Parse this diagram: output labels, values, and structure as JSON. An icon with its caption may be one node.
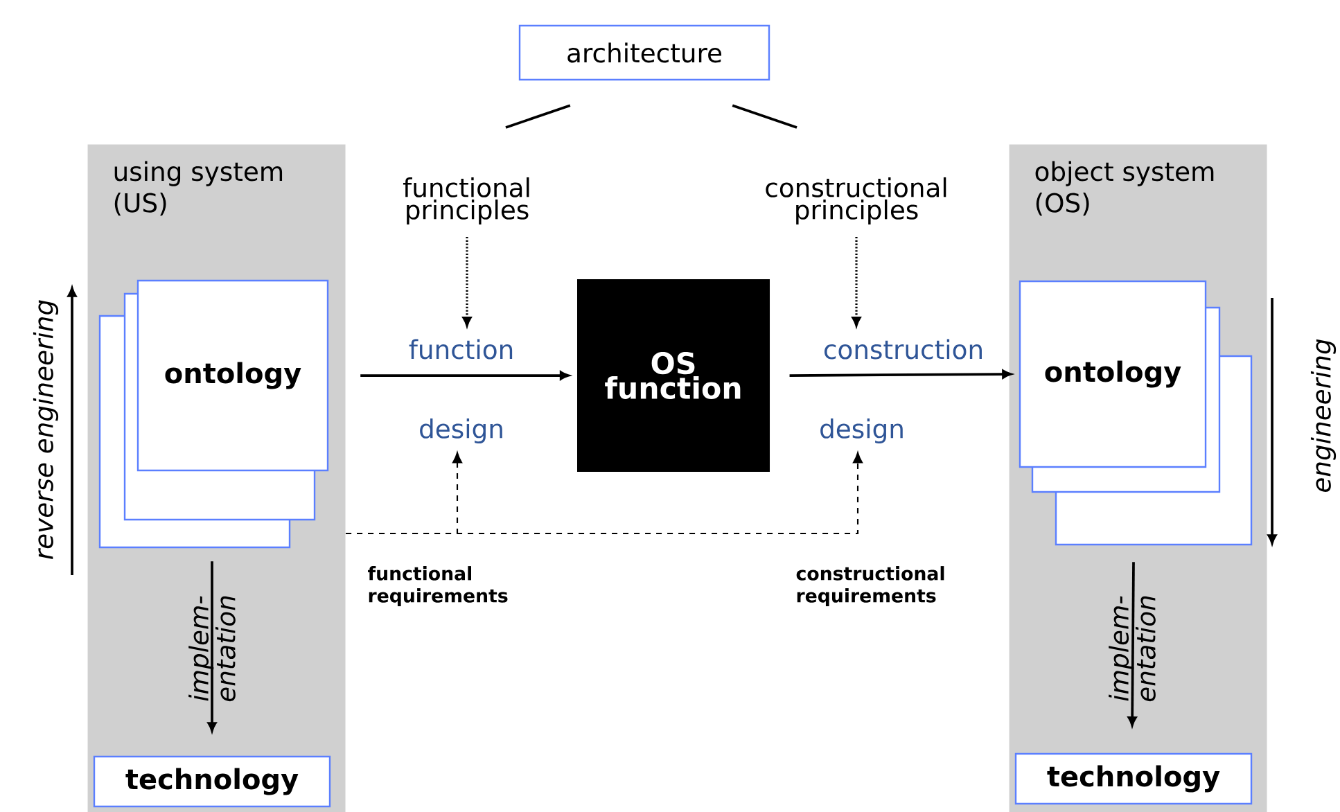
{
  "diagram": {
    "nodes": [
      {
        "text": [
          "architecture"
        ]
      },
      {
        "text": [
          "using system (US)"
        ]
      },
      {
        "text": [
          "ontology"
        ],
        "in": 1
      },
      {
        "text": [
          "technology"
        ],
        "in": 1
      },
      {
        "text": [
          "functional principles"
        ]
      },
      {
        "text": [
          "function"
        ]
      },
      {
        "text": [
          "design"
        ]
      },
      {
        "text": [
          "OS function"
        ]
      },
      {
        "text": [
          "constructional principles"
        ]
      },
      {
        "text": [
          "construction"
        ]
      },
      {
        "text": [
          "design"
        ]
      },
      {
        "text": [
          "object system (OS)"
        ]
      },
      {
        "text": [
          "ontology"
        ],
        "in": 11
      },
      {
        "text": [
          "technology"
        ],
        "in": 11
      }
    ],
    "edges": [
      {
        "from": 0,
        "to": 4,
        "arrow": "none"
      },
      {
        "from": 0,
        "to": 8,
        "arrow": "none"
      },
      {
        "from": 4,
        "to": 5,
        "arrow": "to",
        "style": "dashed"
      },
      {
        "from": 8,
        "to": 9,
        "arrow": "to",
        "style": "dashed"
      },
      {
        "from": 2,
        "to": 7,
        "arrow": "to"
      },
      {
        "from": 7,
        "to": 12,
        "arrow": "to"
      },
      {
        "from": 1,
        "to": 6,
        "arrow": "to",
        "style": "dashed"
      },
      {
        "from": 1,
        "to": 10,
        "arrow": "to",
        "style": "dashed"
      },
      {
        "from": 2,
        "to": 3,
        "arrow": "to",
        "label": "implem- entation"
      },
      {
        "from": 12,
        "to": 13,
        "arrow": "to",
        "label": "implem- entation"
      }
    ],
    "labels": [
      "reverse engineering",
      "engineering",
      "functional requirements",
      "constructional requirements"
    ]
  }
}
